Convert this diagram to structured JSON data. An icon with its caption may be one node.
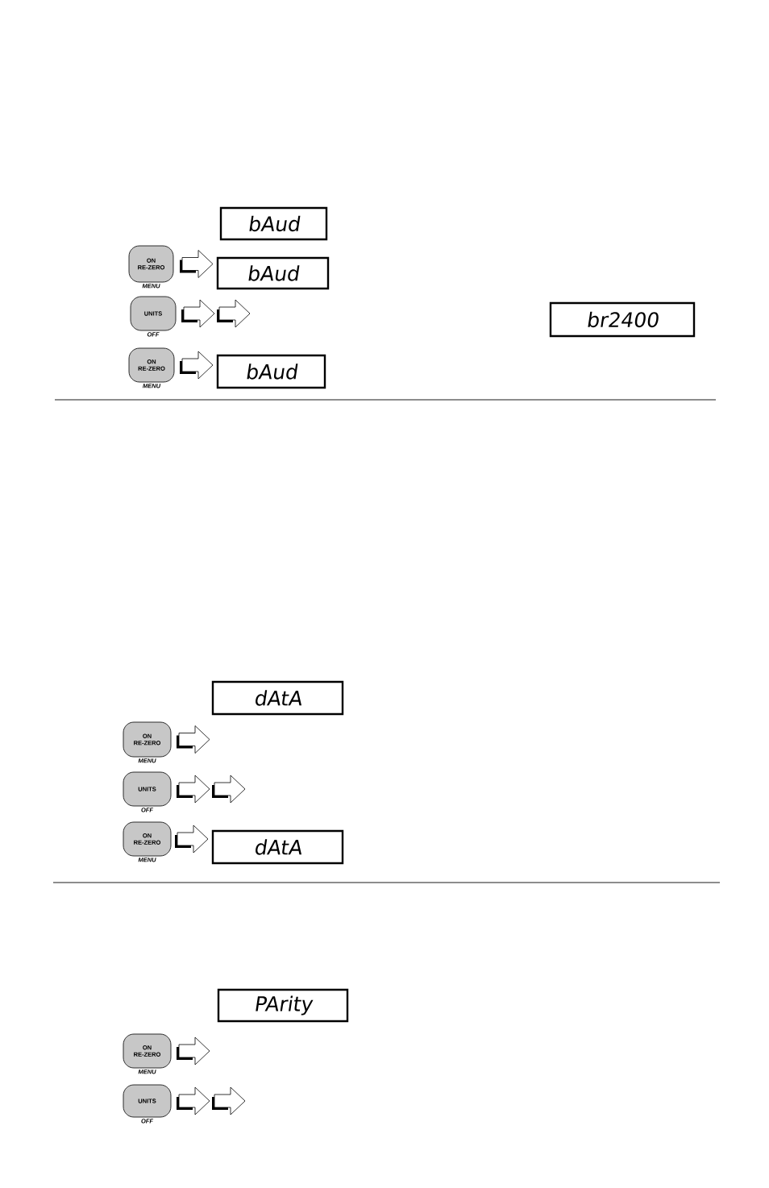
{
  "diagram": {
    "nodes": [
      {
        "text": [
          "bAud"
        ]
      },
      {
        "text": [
          "ON RE-ZERO"
        ],
        "beside": [
          "MENU"
        ]
      },
      {
        "text": [
          "bAud"
        ]
      },
      {
        "text": [
          "UNITS"
        ],
        "beside": [
          "OFF"
        ]
      },
      {
        "text": [
          "br2400"
        ]
      },
      {
        "text": [
          "ON RE-ZERO"
        ],
        "beside": [
          "MENU"
        ]
      },
      {
        "text": [
          "bAud"
        ]
      },
      {
        "text": [
          "dAtA"
        ]
      },
      {
        "text": [
          "ON RE-ZERO"
        ],
        "beside": [
          "MENU"
        ]
      },
      {
        "text": [
          "UNITS"
        ],
        "beside": [
          "OFF"
        ]
      },
      {
        "text": [
          "ON RE-ZERO"
        ],
        "beside": [
          "MENU"
        ]
      },
      {
        "text": [
          "dAtA"
        ]
      },
      {
        "text": [
          "PArity"
        ]
      },
      {
        "text": [
          "ON RE-ZERO"
        ],
        "beside": [
          "MENU"
        ]
      },
      {
        "text": [
          "UNITS"
        ],
        "beside": [
          "OFF"
        ]
      }
    ],
    "edges": [
      {
        "from": 1,
        "to": 2,
        "arrow": "to"
      },
      {
        "from": 3,
        "to": null,
        "arrow": "to"
      },
      {
        "from": 5,
        "to": 6,
        "arrow": "to"
      },
      {
        "from": 8,
        "to": null,
        "arrow": "to"
      },
      {
        "from": 9,
        "to": null,
        "arrow": "to"
      },
      {
        "from": 10,
        "to": 11,
        "arrow": "to"
      },
      {
        "from": 13,
        "to": null,
        "arrow": "to"
      },
      {
        "from": 14,
        "to": null,
        "arrow": "to"
      }
    ]
  }
}
